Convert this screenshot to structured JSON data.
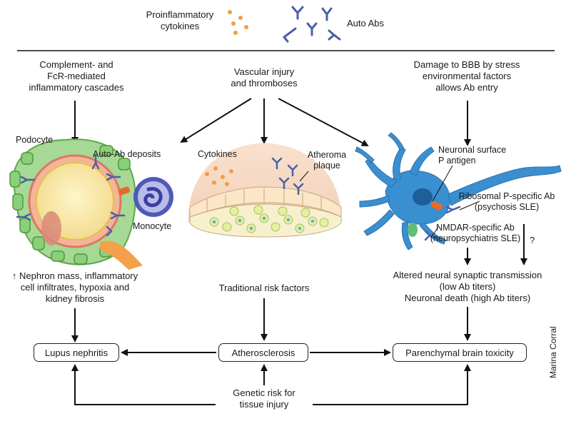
{
  "legend": {
    "cytokines_label": [
      "Proinflammatory",
      "cytokines"
    ],
    "abs_label": "Auto Abs"
  },
  "columns": {
    "kidney": {
      "header": [
        "Complement- and",
        "FcR-mediated",
        "inflammatory cascades"
      ],
      "labels": {
        "podocyte": "Podocyte",
        "deposits": "Auto-Ab deposits",
        "monocyte": "Monocyte"
      },
      "effect": [
        "↑ Nephron mass, inflammatory",
        "cell infiltrates, hypoxia and",
        "kidney fibrosis"
      ]
    },
    "vascular": {
      "header": [
        "Vascular injury",
        "and thromboses"
      ],
      "labels": {
        "cytokines": "Cytokines",
        "atheroma": [
          "Atheroma",
          "plaque"
        ]
      },
      "effect": "Traditional risk factors"
    },
    "brain": {
      "header": [
        "Damage to BBB by stress",
        "environmental factors",
        "allows Ab entry"
      ],
      "labels": {
        "surface_antigen": [
          "Neuronal surface",
          "P antigen"
        ],
        "ribosomal": [
          "Ribosomal P-specific Ab",
          "(psychosis SLE)"
        ],
        "nmdar": [
          "NMDAR-specific Ab",
          "(neuropsychiatris SLE)"
        ],
        "question": "?"
      },
      "effect": [
        "Altered neural synaptic transmission",
        "(low Ab titers)",
        "Neuronal death (high Ab titers)"
      ]
    }
  },
  "outcomes": {
    "lupus": "Lupus nephritis",
    "athero": "Atherosclerosis",
    "brain": "Parenchymal brain toxicity"
  },
  "genetic": [
    "Genetic risk for",
    "tissue injury"
  ],
  "credit": "Marina Corral",
  "colors": {
    "cytokine": "#f0a040",
    "antibody": "#4a5fa8",
    "neuron": "#3a8fd0",
    "podocyte": "#7cc46a",
    "monocyte": "#5058b8",
    "arrow": "#111111"
  }
}
